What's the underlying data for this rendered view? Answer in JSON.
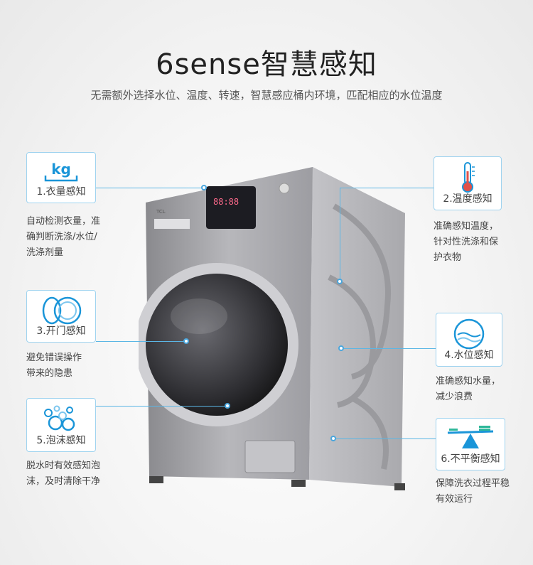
{
  "header": {
    "title": "6sense智慧感知",
    "subtitle": "无需额外选择水位、温度、转速，智慧感应桶内环境，匹配相应的水位温度"
  },
  "features": [
    {
      "label": "1.衣量感知",
      "icon": "kg-scale-icon",
      "icon_text": "kg",
      "desc": [
        "自动检测衣量，准",
        "确判断洗涤/水位/",
        "洗涤剂量"
      ]
    },
    {
      "label": "2.温度感知",
      "icon": "thermometer-icon",
      "desc": [
        "准确感知温度，",
        "针对性洗涤和保",
        "护衣物"
      ]
    },
    {
      "label": "3.开门感知",
      "icon": "door-icon",
      "desc": [
        "避免错误操作",
        "带来的隐患"
      ]
    },
    {
      "label": "4.水位感知",
      "icon": "water-level-icon",
      "desc": [
        "准确感知水量，",
        "减少浪费"
      ]
    },
    {
      "label": "5.泡沫感知",
      "icon": "bubbles-icon",
      "desc": [
        "脱水时有效感知泡",
        "沫，及时清除干净"
      ]
    },
    {
      "label": "6.不平衡感知",
      "icon": "balance-icon",
      "desc": [
        "保障洗衣过程平稳",
        "有效运行"
      ]
    }
  ],
  "washer": {
    "brand": "TCL",
    "display": "88:88"
  },
  "colors": {
    "accent": "#4aa6dd",
    "card_border": "#9fd3ef"
  }
}
